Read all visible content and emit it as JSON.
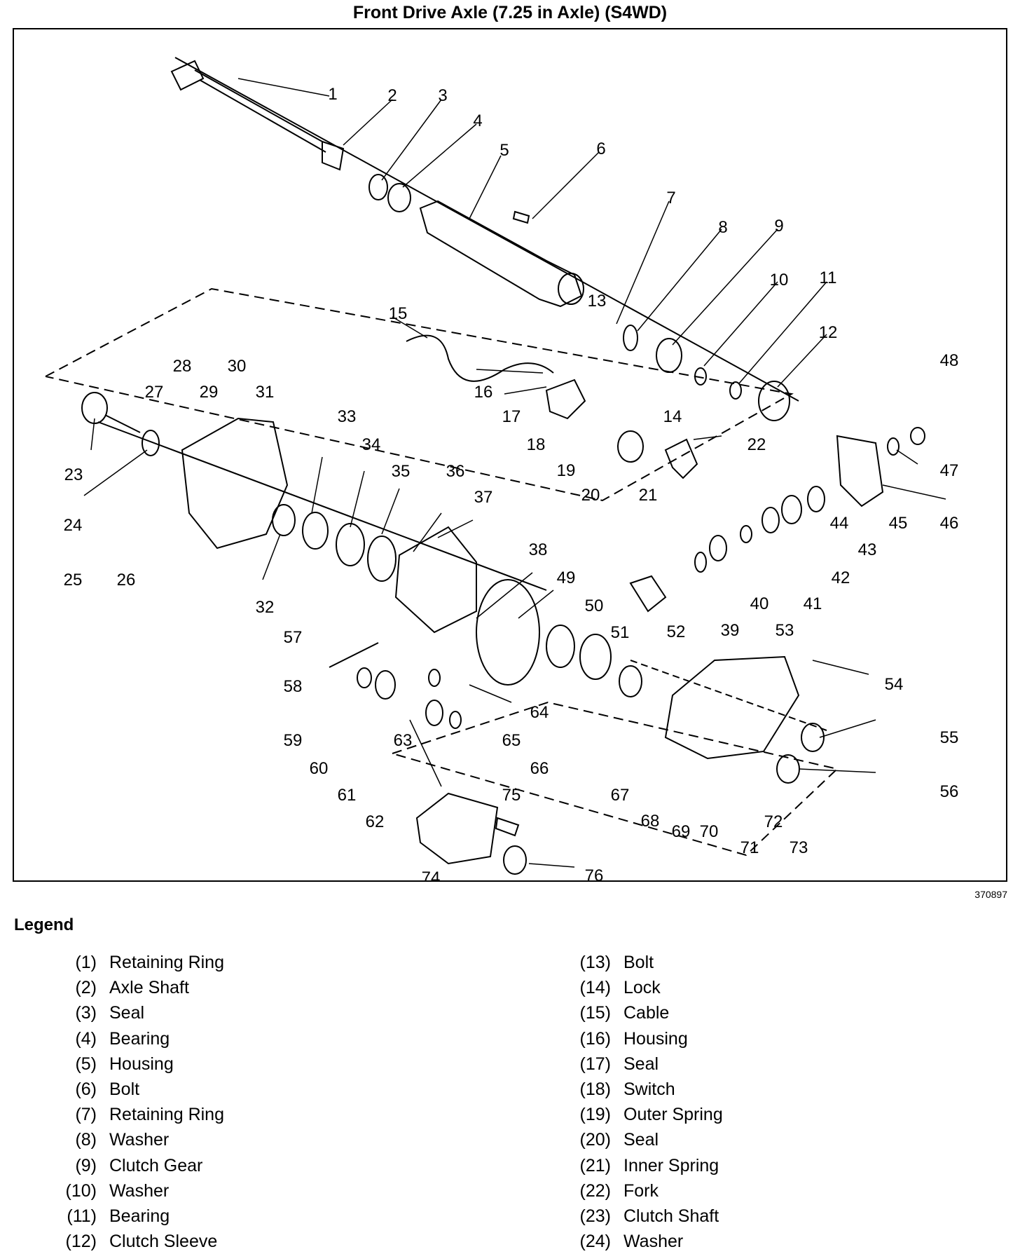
{
  "title": "Front Drive Axle (7.25 in Axle) (S4WD)",
  "figure_id": "370897",
  "legend_heading": "Legend",
  "legend_left": [
    {
      "num": "(1)",
      "label": "Retaining Ring"
    },
    {
      "num": "(2)",
      "label": "Axle Shaft"
    },
    {
      "num": "(3)",
      "label": "Seal"
    },
    {
      "num": "(4)",
      "label": "Bearing"
    },
    {
      "num": "(5)",
      "label": "Housing"
    },
    {
      "num": "(6)",
      "label": "Bolt"
    },
    {
      "num": "(7)",
      "label": "Retaining Ring"
    },
    {
      "num": "(8)",
      "label": "Washer"
    },
    {
      "num": "(9)",
      "label": "Clutch Gear"
    },
    {
      "num": "(10)",
      "label": "Washer"
    },
    {
      "num": "(11)",
      "label": "Bearing"
    },
    {
      "num": "(12)",
      "label": "Clutch Sleeve"
    }
  ],
  "legend_right": [
    {
      "num": "(13)",
      "label": "Bolt"
    },
    {
      "num": "(14)",
      "label": "Lock"
    },
    {
      "num": "(15)",
      "label": "Cable"
    },
    {
      "num": "(16)",
      "label": "Housing"
    },
    {
      "num": "(17)",
      "label": "Seal"
    },
    {
      "num": "(18)",
      "label": "Switch"
    },
    {
      "num": "(19)",
      "label": "Outer Spring"
    },
    {
      "num": "(20)",
      "label": "Seal"
    },
    {
      "num": "(21)",
      "label": "Inner Spring"
    },
    {
      "num": "(22)",
      "label": "Fork"
    },
    {
      "num": "(23)",
      "label": "Clutch Shaft"
    },
    {
      "num": "(24)",
      "label": "Washer"
    }
  ],
  "callouts": [
    "1",
    "2",
    "3",
    "4",
    "5",
    "6",
    "7",
    "8",
    "9",
    "10",
    "11",
    "12",
    "13",
    "14",
    "15",
    "16",
    "17",
    "18",
    "19",
    "20",
    "21",
    "22",
    "23",
    "24",
    "25",
    "26",
    "27",
    "28",
    "29",
    "30",
    "31",
    "32",
    "33",
    "34",
    "35",
    "36",
    "37",
    "38",
    "39",
    "40",
    "41",
    "42",
    "43",
    "44",
    "45",
    "46",
    "47",
    "48",
    "49",
    "50",
    "51",
    "52",
    "53",
    "54",
    "55",
    "56",
    "57",
    "58",
    "59",
    "60",
    "61",
    "62",
    "63",
    "64",
    "65",
    "66",
    "67",
    "68",
    "69",
    "70",
    "71",
    "72",
    "73",
    "74",
    "75",
    "76"
  ]
}
